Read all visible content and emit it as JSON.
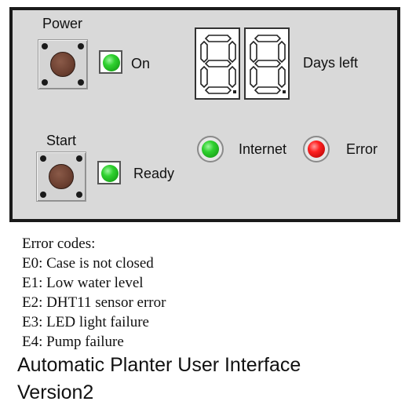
{
  "panel": {
    "power": {
      "label": "Power",
      "status_label": "On",
      "led_color": "#22c022"
    },
    "start": {
      "label": "Start",
      "status_label": "Ready",
      "led_color": "#22c022"
    },
    "display": {
      "label": "Days left",
      "digits": [
        "8",
        "8"
      ]
    },
    "internet": {
      "label": "Internet",
      "led_color": "#22c022"
    },
    "error": {
      "label": "Error",
      "led_color": "#ee1c1c"
    }
  },
  "error_codes": {
    "heading": "Error codes:",
    "items": [
      "E0: Case is not closed",
      "E1: Low water level",
      "E2: DHT11 sensor error",
      "E3: LED light failure",
      "E4: Pump failure"
    ]
  },
  "footer": {
    "title": "Automatic Planter User Interface",
    "version": "Version2"
  }
}
